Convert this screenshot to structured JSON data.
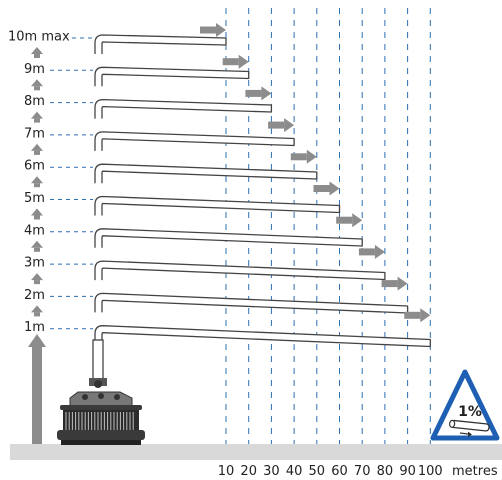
{
  "height_labels": [
    "10m max",
    "9m",
    "8m",
    "7m",
    "6m",
    "5m",
    "4m",
    "3m",
    "2m",
    "1m"
  ],
  "x_axis": {
    "ticks": [
      "10",
      "20",
      "30",
      "40",
      "50",
      "60",
      "70",
      "80",
      "90",
      "100"
    ],
    "unit": "metres"
  },
  "gradient_sign": {
    "label": "1%"
  },
  "colors": {
    "pipe_stroke": "#444444",
    "arrow_fill": "#8c8c8c",
    "guide_line": "#2e6fb5",
    "ground": "#d9d9d9",
    "sign_border": "#1e5fb3"
  },
  "icons": [
    "up-arrow-icon",
    "right-arrow-icon",
    "pump-icon",
    "gradient-sign-icon"
  ]
}
